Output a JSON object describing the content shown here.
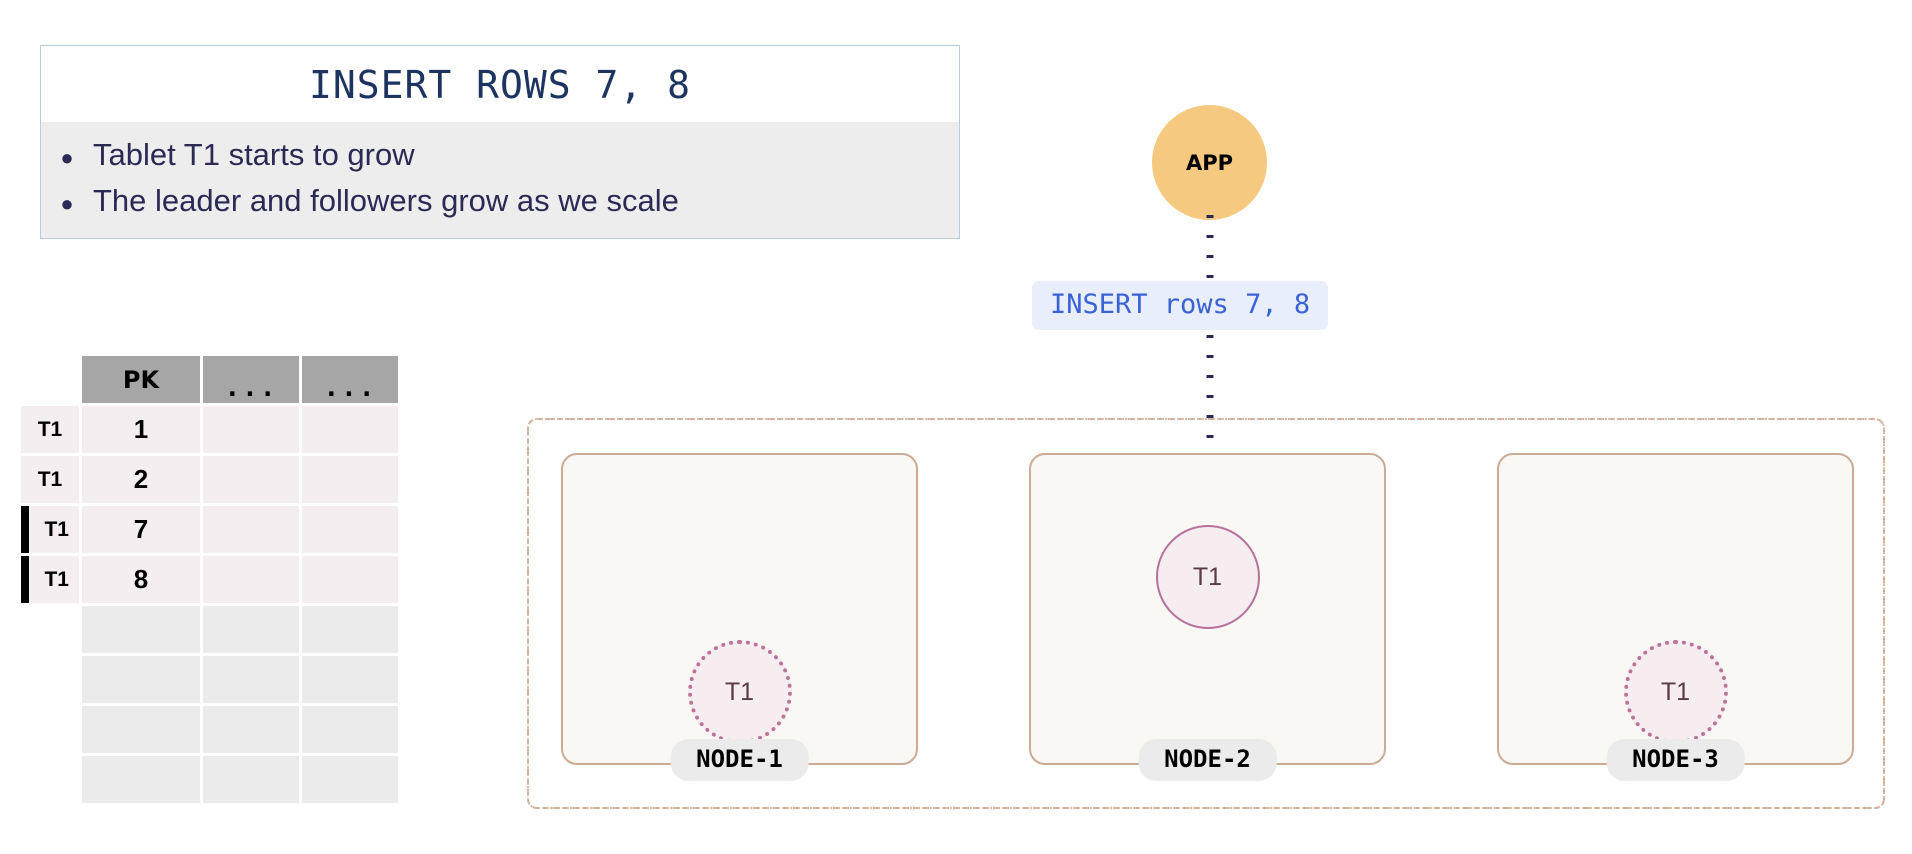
{
  "callout": {
    "title": "INSERT ROWS 7, 8",
    "bullet_glyph": "●",
    "bullets": [
      "Tablet T1 starts to grow",
      "The leader and followers grow as we scale"
    ]
  },
  "table": {
    "headers": [
      "PK",
      "...",
      "..."
    ],
    "row_label_header": "",
    "rows": [
      {
        "label": "T1",
        "pk": "1",
        "col2": "",
        "col3": "",
        "marked": false,
        "filled": true
      },
      {
        "label": "T1",
        "pk": "2",
        "col2": "",
        "col3": "",
        "marked": false,
        "filled": true
      },
      {
        "label": "T1",
        "pk": "7",
        "col2": "",
        "col3": "",
        "marked": true,
        "filled": true
      },
      {
        "label": "T1",
        "pk": "8",
        "col2": "",
        "col3": "",
        "marked": true,
        "filled": true
      },
      {
        "label": "",
        "pk": "",
        "col2": "",
        "col3": "",
        "marked": false,
        "filled": false
      },
      {
        "label": "",
        "pk": "",
        "col2": "",
        "col3": "",
        "marked": false,
        "filled": false
      },
      {
        "label": "",
        "pk": "",
        "col2": "",
        "col3": "",
        "marked": false,
        "filled": false
      },
      {
        "label": "",
        "pk": "",
        "col2": "",
        "col3": "",
        "marked": false,
        "filled": false
      }
    ]
  },
  "app": {
    "label": "APP"
  },
  "request": {
    "label": "INSERT rows 7, 8"
  },
  "cluster": {
    "nodes": [
      {
        "name": "NODE-1",
        "tablet": "T1",
        "role": "follower"
      },
      {
        "name": "NODE-2",
        "tablet": "T1",
        "role": "leader"
      },
      {
        "name": "NODE-3",
        "tablet": "T1",
        "role": "follower"
      }
    ]
  },
  "colors": {
    "app_fill": "#f5c97f",
    "badge_bg": "#e8eefb",
    "badge_text": "#3a62d4",
    "callout_border": "#b8cde4",
    "callout_body_bg": "#ededed",
    "callout_text": "#2b2a55",
    "title_text": "#1d3461",
    "table_header_bg": "#a6a6a6",
    "table_filled_bg": "#f5eef0",
    "table_empty_bg": "#ebebeb",
    "node_border": "#cbab96",
    "node_fill": "#faf8f5",
    "cluster_border": "#cdab94",
    "tablet_fill": "#f5edf0",
    "tablet_border": "#b5719a",
    "arrow": "#2b2a55",
    "node_label_bg": "#ebebeb"
  }
}
